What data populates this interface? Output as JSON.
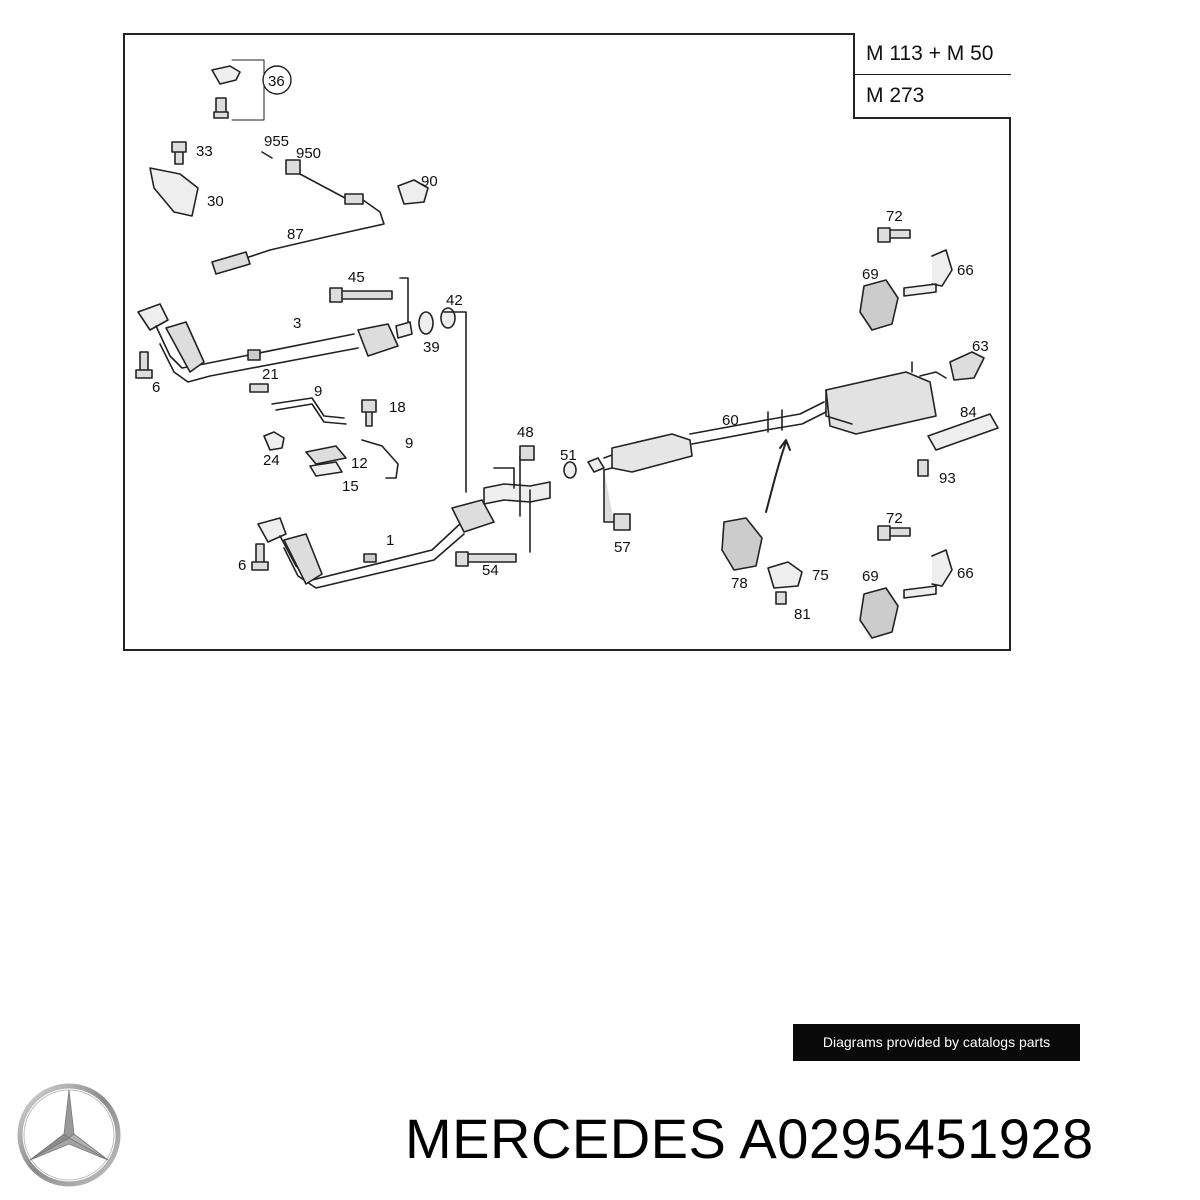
{
  "engine_table": {
    "row1": "M 113 + M 50",
    "row2": "M 273"
  },
  "callouts": {
    "c36": "36",
    "c33": "33",
    "c955": "955",
    "c950": "950",
    "c30": "30",
    "c90": "90",
    "c87": "87",
    "c45": "45",
    "c42": "42",
    "c3": "3",
    "c39": "39",
    "c6a": "6",
    "c21": "21",
    "c9a": "9",
    "c18": "18",
    "c9b": "9",
    "c24": "24",
    "c12": "12",
    "c15": "15",
    "c48": "48",
    "c51": "51",
    "c1": "1",
    "c6b": "6",
    "c54": "54",
    "c57": "57",
    "c60": "60",
    "c72a": "72",
    "c66a": "66",
    "c69a": "69",
    "c63": "63",
    "c84": "84",
    "c93": "93",
    "c78": "78",
    "c75": "75",
    "c81": "81",
    "c72b": "72",
    "c66b": "66",
    "c69b": "69"
  },
  "credit": "Diagrams provided by catalogs parts",
  "footer": {
    "brand": "MERCEDES",
    "part_number": "A0295451928"
  },
  "colors": {
    "line": "#222222",
    "badge_bg": "#0a0a0a",
    "badge_text": "#ffffff"
  },
  "icons": {
    "logo": "three-pointed-star-logo"
  }
}
